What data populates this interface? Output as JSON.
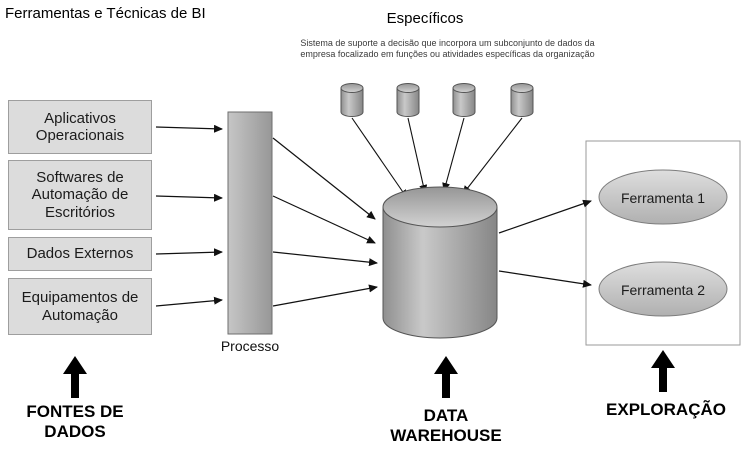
{
  "title": "Ferramentas e Técnicas de BI",
  "especificos": {
    "label": "Específicos",
    "lines": [
      "Sistema de suporte a decisão que incorpora um subconjunto de dados da",
      "empresa focalizado em funções ou atividades específicas da organização"
    ]
  },
  "sources": {
    "items": [
      {
        "label": "Aplicativos Operacionais"
      },
      {
        "label": "Softwares de Automação de Escritórios"
      },
      {
        "label": "Dados Externos"
      },
      {
        "label": "Equipamentos de Automação"
      }
    ]
  },
  "processo": {
    "label": "Processo"
  },
  "exploration": {
    "tools": [
      {
        "label": "Ferramenta 1"
      },
      {
        "label": "Ferramenta 2"
      }
    ]
  },
  "footer": {
    "fontes_de_dados": "FONTES DE DADOS",
    "data_warehouse": "DATA WAREHOUSE",
    "exploracao": "EXPLORAÇÃO"
  },
  "colors": {
    "box_fill": "#dcdcdc",
    "cylinder_gray": "#9b9b9b",
    "ellipse_fill": "#c9c9c9",
    "arrow_black": "#111111"
  }
}
